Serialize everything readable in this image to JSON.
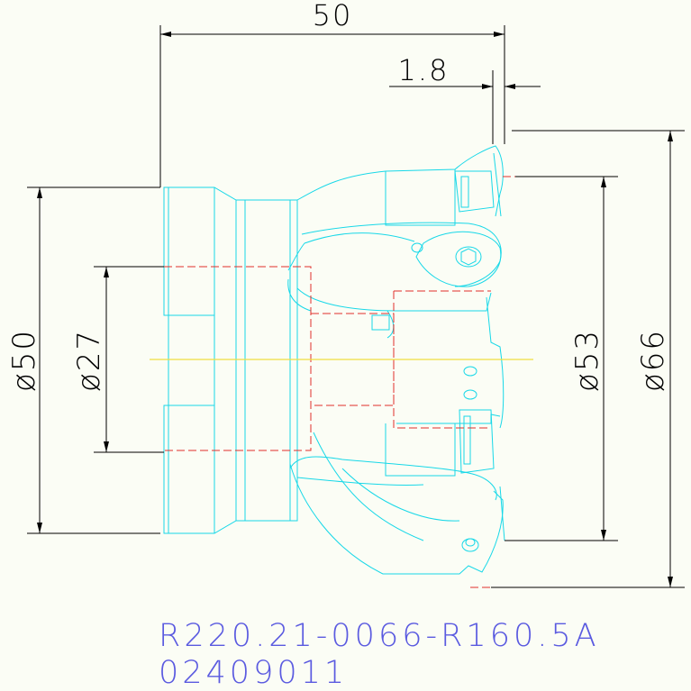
{
  "dimensions": {
    "overall_length": "50",
    "insert_offset": "1.8",
    "shank_diameter": "ø50",
    "bore_diameter": "ø27",
    "pitch_diameter": "ø53",
    "cutting_diameter": "ø66"
  },
  "caption": {
    "part_number": "R220.21-0066-R160.5A",
    "code": "02409011"
  },
  "colors": {
    "background": "#fbfdf5",
    "outline": "#18d8e8",
    "hidden_line": "#e0302a",
    "center_line": "#f0e040",
    "dimension": "#000000",
    "caption": "#5a5ae0"
  }
}
